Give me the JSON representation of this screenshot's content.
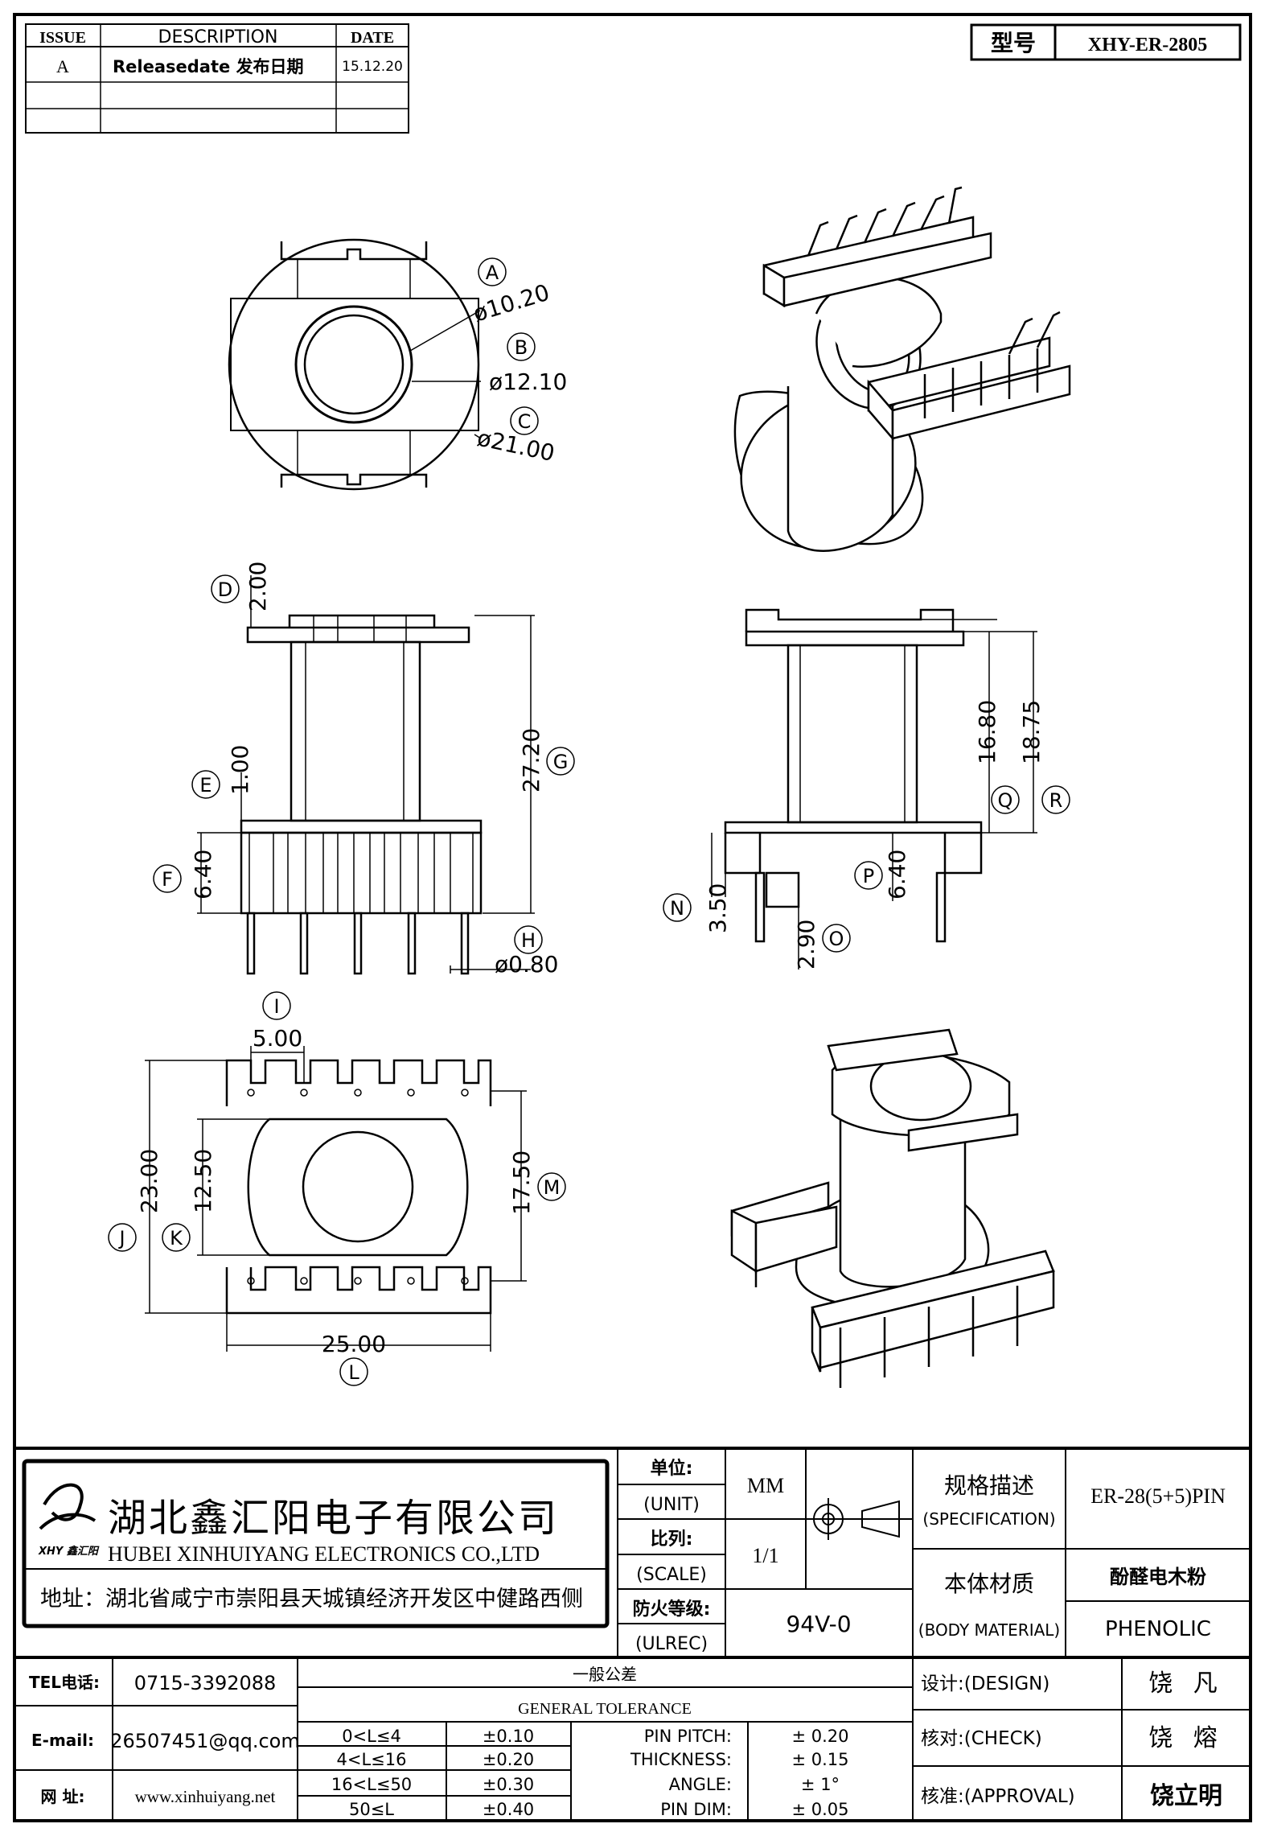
{
  "revision_table": {
    "headers": [
      "ISSUE",
      "DESCRIPTION",
      "DATE"
    ],
    "rows": [
      {
        "issue": "A",
        "description": "Releasedate 发布日期",
        "date": "15.12.20"
      }
    ]
  },
  "part_box": {
    "label": "型号",
    "value": "XHY-ER-2805"
  },
  "views": {
    "top_dims": {
      "A": {
        "letter": "A",
        "value": "ø10.20"
      },
      "B": {
        "letter": "B",
        "value": "ø12.10"
      },
      "C": {
        "letter": "C",
        "value": "ø21.00"
      }
    },
    "front_dims": {
      "D": {
        "letter": "D",
        "value": "2.00"
      },
      "E": {
        "letter": "E",
        "value": "1.00"
      },
      "F": {
        "letter": "F",
        "value": "6.40"
      },
      "G": {
        "letter": "G",
        "value": "27.20"
      },
      "H": {
        "letter": "H",
        "value": "ø0.80"
      }
    },
    "side_dims": {
      "Q": {
        "letter": "Q",
        "value": "16.80"
      },
      "R": {
        "letter": "R",
        "value": "18.75"
      },
      "N": {
        "letter": "N",
        "value": "3.50"
      },
      "O": {
        "letter": "O",
        "value": "2.90"
      },
      "P": {
        "letter": "P",
        "value": "6.40"
      }
    },
    "bottom_dims": {
      "I": {
        "letter": "I",
        "value": "5.00"
      },
      "J": {
        "letter": "J",
        "value": "23.00"
      },
      "K": {
        "letter": "K",
        "value": "12.50"
      },
      "M": {
        "letter": "M",
        "value": "17.50"
      },
      "L": {
        "letter": "L",
        "value": "25.00"
      }
    }
  },
  "title_block": {
    "company_cn": "湖北鑫汇阳电子有限公司",
    "company_en": "HUBEI XINHUIYANG ELECTRONICS CO.,LTD",
    "logo_text": "XHY 鑫汇阳",
    "address": "地址：湖北省咸宁市崇阳县天城镇经济开发区中健路西侧",
    "unit_label_cn": "单位:",
    "unit_label_en": "(UNIT)",
    "unit_value": "MM",
    "scale_label_cn": "比列:",
    "scale_label_en": "(SCALE)",
    "scale_value": "1/1",
    "fire_label_cn": "防火等级:",
    "fire_label_en": "(ULREC)",
    "fire_value": "94V-0",
    "spec_label_cn": "规格描述",
    "spec_label_en": "(SPECIFICATION)",
    "spec_value": "ER-28(5+5)PIN",
    "material_label_cn": "本体材质",
    "material_label_en": "(BODY MATERIAL)",
    "material_value_cn": "酚醛电木粉",
    "material_value_en": "PHENOLIC",
    "tel_label": "TEL电话:",
    "tel_value": "0715-3392088",
    "email_label": "E-mail:",
    "email_value": "26507451@qq.com",
    "web_label": "网  址:",
    "web_value": "www.xinhuiyang.net",
    "tolerance_title_cn": "一般公差",
    "tolerance_title_en": "GENERAL TOLERANCE",
    "tolerances": [
      {
        "range": "0<L≤4",
        "value": "±0.10"
      },
      {
        "range": "4<L≤16",
        "value": "±0.20"
      },
      {
        "range": "16<L≤50",
        "value": "±0.30"
      },
      {
        "range": "50≤L",
        "value": "±0.40"
      }
    ],
    "other_tolerances": [
      {
        "name": "PIN PITCH:",
        "value": "± 0.20"
      },
      {
        "name": "THICKNESS:",
        "value": "± 0.15"
      },
      {
        "name": "ANGLE:",
        "value": "± 1°"
      },
      {
        "name": "PIN DIM:",
        "value": "± 0.05"
      }
    ],
    "design_label": "设计:(DESIGN)",
    "design_value": "饶 凡",
    "check_label": "核对:(CHECK)",
    "check_value": "饶 熔",
    "approval_label": "核准:(APPROVAL)",
    "approval_value": "饶立明"
  }
}
